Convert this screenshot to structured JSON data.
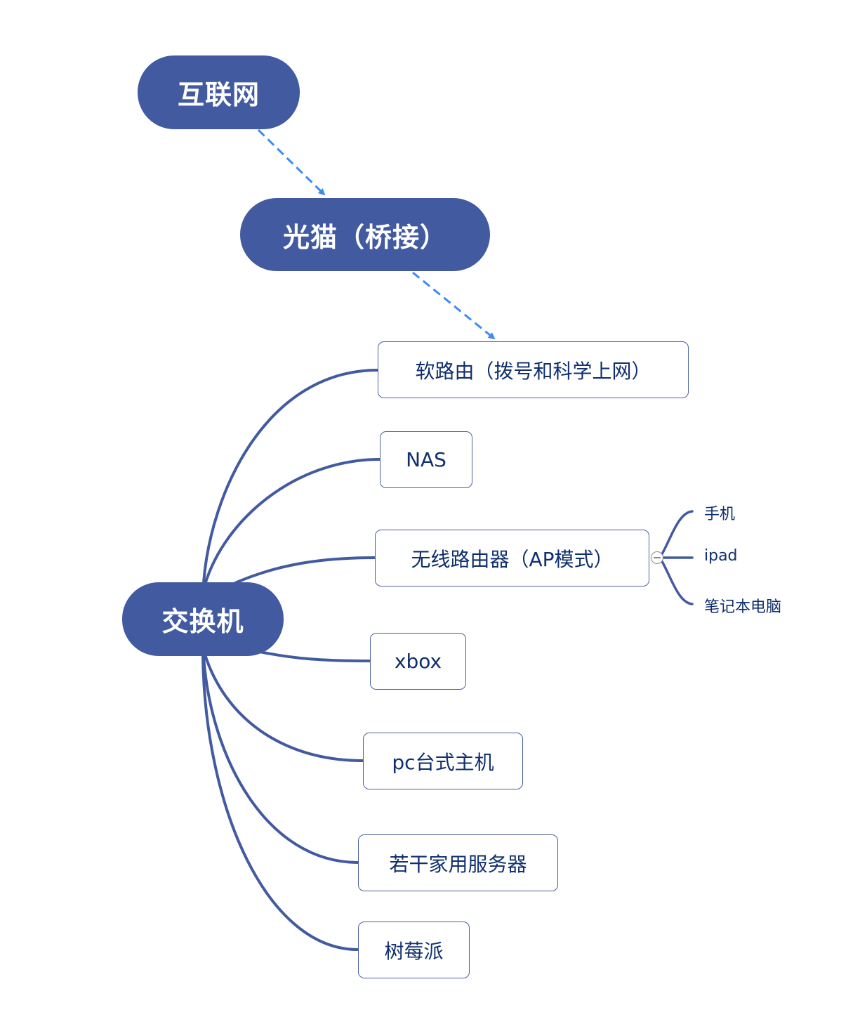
{
  "colors": {
    "node_fill": "#425AA0",
    "branch_line": "#425AA0",
    "box_border": "#4B5FA3",
    "text_dark": "#0F2F6E",
    "arrow_dashed": "#3D8BF2"
  },
  "nodes": {
    "internet": "互联网",
    "modem": "光猫（桥接）",
    "switch": "交换机"
  },
  "branches": [
    {
      "label": "软路由（拨号和科学上网）"
    },
    {
      "label": "NAS"
    },
    {
      "label": "无线路由器（AP模式）",
      "children": [
        "手机",
        "ipad",
        "笔记本电脑"
      ]
    },
    {
      "label": "xbox"
    },
    {
      "label": "pc台式主机"
    },
    {
      "label": "若干家用服务器"
    },
    {
      "label": "树莓派"
    }
  ],
  "icons": {
    "collapse": "collapse-minus-icon"
  }
}
